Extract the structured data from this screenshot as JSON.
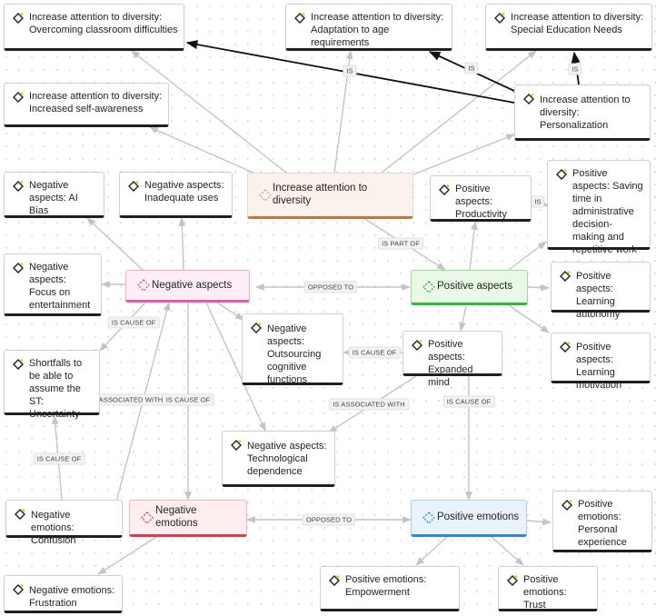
{
  "nodes": {
    "div_overcoming": "Increase attention to diversity: Overcoming classroom difficulties",
    "div_adaptation": "Increase attention to diversity: Adaptation to age requirements",
    "div_sen": "Increase attention to diversity: Special Education Needs",
    "div_self_awareness": "Increase attention to diversity: Increased self-awareness",
    "div_personalization": "Increase attention to diversity: Personalization",
    "neg_ai_bias": "Negative aspects: AI Bias",
    "neg_inadequate": "Negative aspects: Inadequate uses",
    "hub_diversity": "Increase attention to diversity",
    "pos_productivity": "Positive aspects: Productivity",
    "pos_saving_time": "Positive aspects: Saving time in administrative decision-making and repetitive work",
    "neg_entertainment": "Negative aspects: Focus on entertainment",
    "hub_negative": "Negative aspects",
    "hub_positive": "Positive aspects",
    "pos_autonomy": "Positive aspects: Learning autonomy",
    "neg_outsourcing": "Negative aspects: Outsourcing cognitive functions",
    "pos_expanded": "Positive aspects: Expanded mind",
    "pos_motivation": "Positive aspects: Learning motivation",
    "shortfalls": "Shortfalls to be able to assume the ST: Uncertainty",
    "neg_dependence": "Negative aspects: Technological dependence",
    "nemo_confusion": "Negative emotions: Confusion",
    "hub_neg_emotions": "Negative emotions",
    "hub_pos_emotions": "Positive emotions",
    "pemo_personal": "Positive emotions: Personal experience",
    "pemo_empowerment": "Positive emotions: Empowerment",
    "pemo_trust": "Positive emotions: Trust",
    "nemo_frustration": "Negative emotions: Frustration"
  },
  "edge_labels": {
    "is_1": "IS",
    "is_2": "IS",
    "is_3": "IS",
    "is_4": "IS",
    "is_part_of": "IS PART OF",
    "opposed_to_1": "OPPOSED TO",
    "is_cause_of_1": "IS CAUSE OF",
    "is_cause_of_2": "IS CAUSE OF",
    "is_cause_of_3": "IS CAUSE OF",
    "is_cause_of_4": "IS CAUSE OF",
    "associated_with": "ASSOCIATED WITH",
    "is_associated_with": "IS ASSOCIATED WITH",
    "opposed_to_2": "OPPOSED TO"
  },
  "colors": {
    "edge": "#c4c4c4",
    "edge_dark": "#111111",
    "concept_icon": "#1f1f1f",
    "concept_icon_accent": "#f3c623",
    "negative_hub": "#ea57a8",
    "positive_hub": "#2fb83a",
    "diversity_hub": "#c8733d",
    "negative_emotions_hub": "#e03a4a",
    "positive_emotions_hub": "#2f88d8"
  },
  "icons": {
    "concept": "diamond-icon",
    "hub": "dashed-diamond-icon"
  }
}
